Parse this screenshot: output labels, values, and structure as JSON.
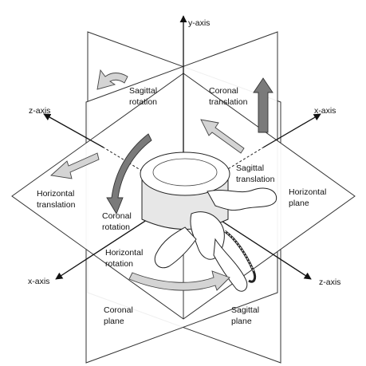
{
  "axes": {
    "y": "y-axis",
    "z_upper": "z-axis",
    "x_upper": "x-axis",
    "x_lower": "x-axis",
    "z_lower": "z-axis"
  },
  "labels": {
    "sagittal_rotation": [
      "Sagittal",
      "rotation"
    ],
    "coronal_translation": [
      "Coronal",
      "translation"
    ],
    "sagittal_translation": [
      "Sagittal",
      "translation"
    ],
    "horizontal_plane": [
      "Horizontal",
      "plane"
    ],
    "horizontal_translation": [
      "Horizontal",
      "translation"
    ],
    "coronal_rotation": [
      "Coronal",
      "rotation"
    ],
    "horizontal_rotation": [
      "Horizontal",
      "rotation"
    ],
    "coronal_plane": [
      "Coronal",
      "plane"
    ],
    "sagittal_plane": [
      "Sagittal",
      "plane"
    ]
  },
  "colors": {
    "light_arrow": "#d4d4d4",
    "dark_arrow": "#7a7a7a",
    "line": "#111111"
  }
}
